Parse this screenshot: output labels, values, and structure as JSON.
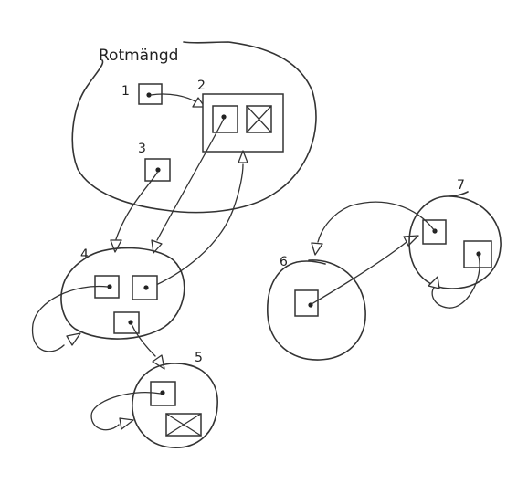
{
  "diagram": {
    "root_set_label": "Rotmängd",
    "node_labels": {
      "n1": "1",
      "n2": "2",
      "n3": "3",
      "n4": "4",
      "n5": "5",
      "n6": "6",
      "n7": "7"
    }
  }
}
